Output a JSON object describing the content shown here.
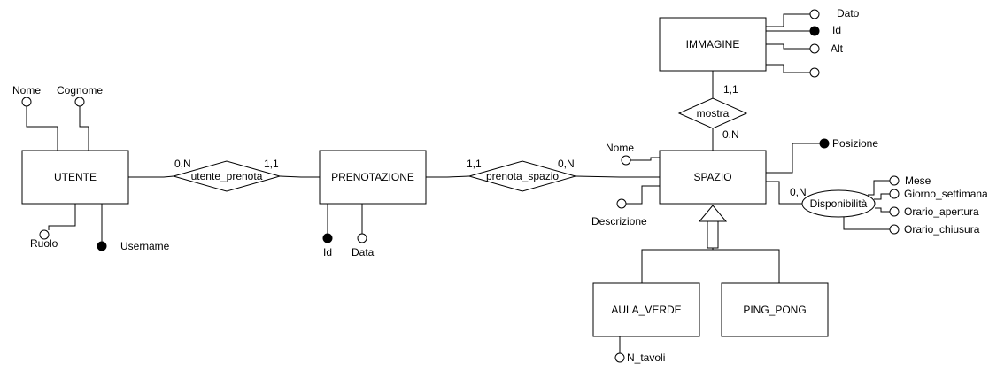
{
  "entities": {
    "utente": "UTENTE",
    "prenotazione": "PRENOTAZIONE",
    "spazio": "SPAZIO",
    "immagine": "IMMAGINE",
    "aula_verde": "AULA_VERDE",
    "ping_pong": "PING_PONG"
  },
  "relationships": {
    "utente_prenota": "utente_prenota",
    "prenota_spazio": "prenota_spazio",
    "mostra": "mostra",
    "disponibilita": "Disponibilità"
  },
  "cardinalities": {
    "utente_side": "0,N",
    "prenotazione_side_left": "1,1",
    "prenotazione_side_right": "1,1",
    "spazio_side_prenota": "0,N",
    "immagine_mostra": "1,1",
    "spazio_mostra": "0.N",
    "spazio_disponibilita": "0,N"
  },
  "attributes": {
    "utente_nome": "Nome",
    "utente_cognome": "Cognome",
    "utente_ruolo": "Ruolo",
    "utente_username": "Username",
    "prenotazione_id": "Id",
    "prenotazione_data": "Data",
    "spazio_nome": "Nome",
    "spazio_descrizione": "Descrizione",
    "spazio_posizione": "Posizione",
    "immagine_dato": "Dato",
    "immagine_id": "Id",
    "immagine_alt": "Alt",
    "disp_mese": "Mese",
    "disp_giorno": "Giorno_settimana",
    "disp_apertura": "Orario_apertura",
    "disp_chiusura": "Orario_chiusura",
    "aula_n_tavoli": "N_tavoli"
  }
}
